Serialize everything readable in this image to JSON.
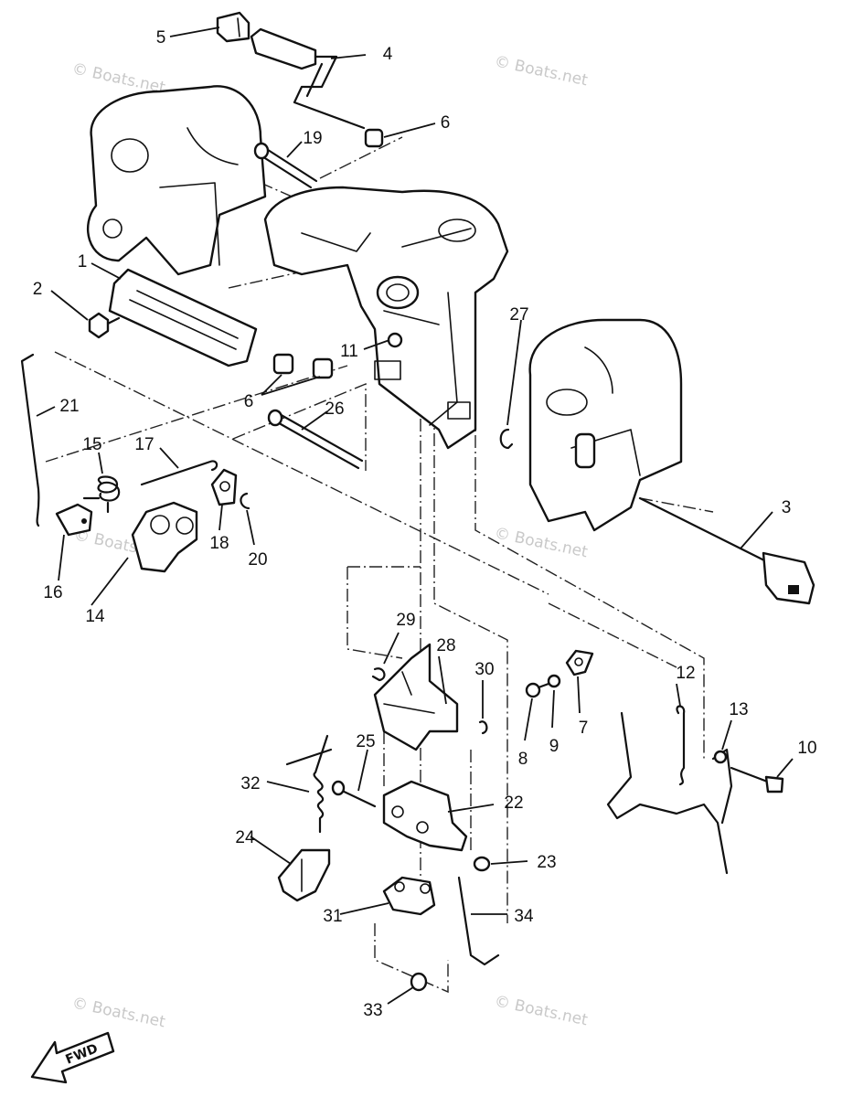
{
  "diagram": {
    "callouts": [
      "1",
      "2",
      "3",
      "4",
      "5",
      "6",
      "6",
      "7",
      "8",
      "9",
      "10",
      "11",
      "12",
      "13",
      "14",
      "15",
      "16",
      "17",
      "18",
      "19",
      "20",
      "21",
      "22",
      "23",
      "24",
      "25",
      "26",
      "27",
      "28",
      "29",
      "30",
      "31",
      "32",
      "33",
      "34"
    ],
    "watermarks": [
      "© Boats.net",
      "© Boats.net",
      "© Boats.net",
      "© Boats.net",
      "© Boats.net",
      "© Boats.net"
    ],
    "fwd_label": "FWD"
  }
}
